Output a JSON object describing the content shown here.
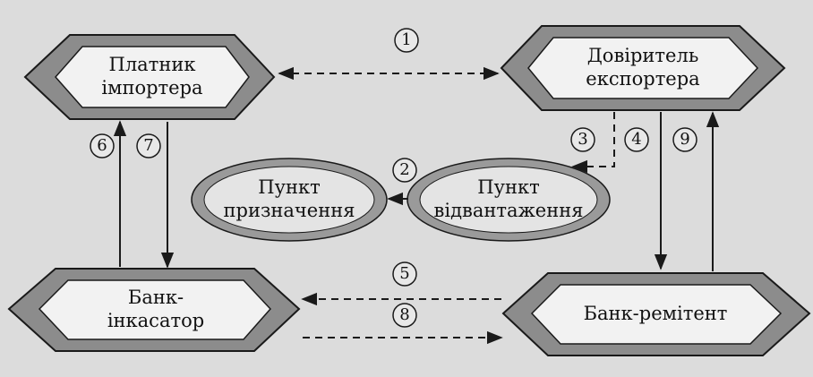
{
  "nodes": {
    "payer_importer": {
      "line1": "Платник",
      "line2": "імпортера"
    },
    "principal_exporter": {
      "line1": "Довіритель",
      "line2": "експортера"
    },
    "destination_point": {
      "line1": "Пункт",
      "line2": "призначення"
    },
    "dispatch_point": {
      "line1": "Пункт",
      "line2": "відвантаження"
    },
    "collecting_bank": {
      "line1": "Банк-",
      "line2": "інкасатор"
    },
    "remitting_bank": {
      "line1": "Банк-ремітент"
    }
  },
  "steps": [
    "1",
    "2",
    "3",
    "4",
    "5",
    "6",
    "7",
    "8",
    "9"
  ],
  "colors": {
    "background": "#dcdcdc",
    "hex_fill": "#8c8c8c",
    "box_fill": "#f2f2f2",
    "line": "#1a1a1a"
  }
}
